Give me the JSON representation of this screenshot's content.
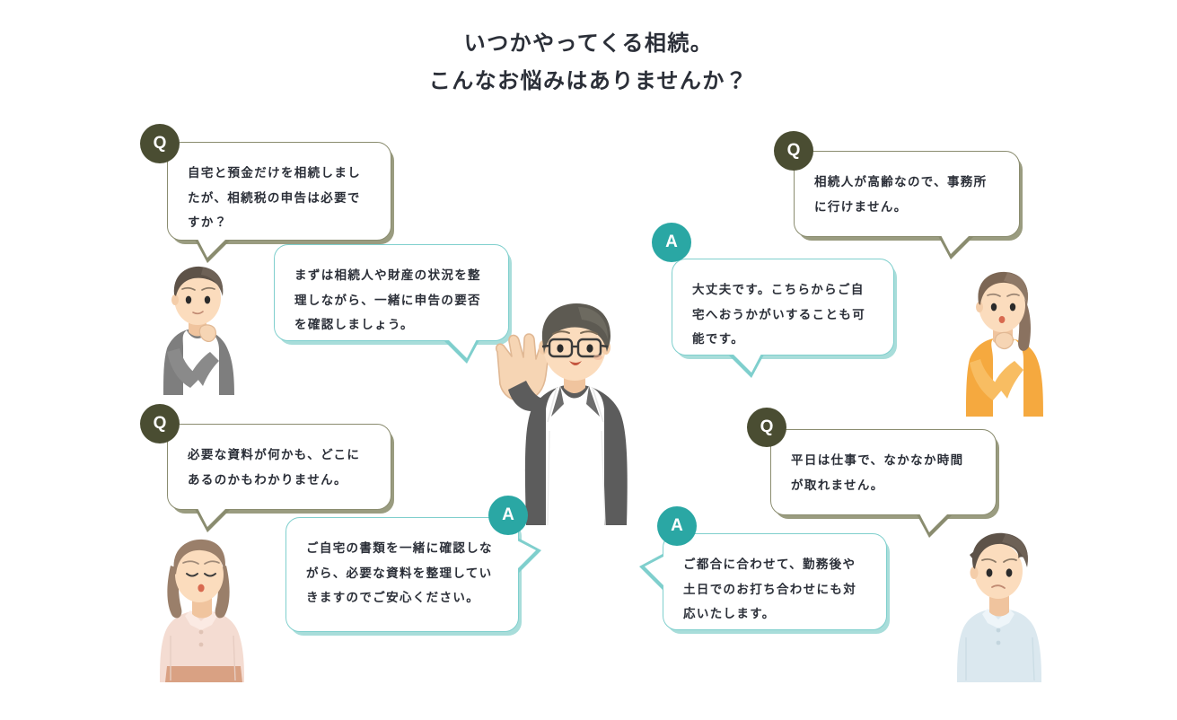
{
  "heading": {
    "line1": "いつかやってくる相続。",
    "line2": "こんなお悩みはありませんか？"
  },
  "labels": {
    "question": "Q",
    "answer": "A"
  },
  "colors": {
    "question_badge": "#4a4d32",
    "answer_badge": "#2aa7a4",
    "question_outline": "#8a8c6f",
    "answer_outline": "#7fcfcd",
    "text": "#2b2f38",
    "background": "#ffffff"
  },
  "faq": [
    {
      "id": "faq-1",
      "question": "自宅と預金だけを相続しましたが、相続税の申告は必要ですか？",
      "answer": "まずは相続人や財産の状況を整理しながら、一緒に申告の要否を確認しましょう。",
      "asker": "男性（考え込む・グレーのカーディガン）"
    },
    {
      "id": "faq-2",
      "question": "相続人が高齢なので、事務所に行けません。",
      "answer": "大丈夫です。こちらからご自宅へおうかがいすることも可能です。",
      "asker": "女性（考え込む・オレンジのカーディガン）"
    },
    {
      "id": "faq-3",
      "question": "必要な資料が何かも、どこにあるのかもわかりません。",
      "answer": "ご自宅の書類を一緒に確認しながら、必要な資料を整理していきますのでご安心ください。",
      "asker": "女性（困り顔・ピンクのシャツ）"
    },
    {
      "id": "faq-4",
      "question": "平日は仕事で、なかなか時間が取れません。",
      "answer": "ご都合に合わせて、勤務後や土日でのお打ち合わせにも対応いたします。",
      "asker": "男性（困り顔・水色のシャツ）"
    }
  ],
  "characters": {
    "advisor": "税理士（眼鏡・ダークグレーのジャケット・手を挙げて挨拶）",
    "top_left": "相談者・男性",
    "top_right": "相談者・女性",
    "bottom_left": "相談者・女性",
    "bottom_right": "相談者・男性"
  }
}
